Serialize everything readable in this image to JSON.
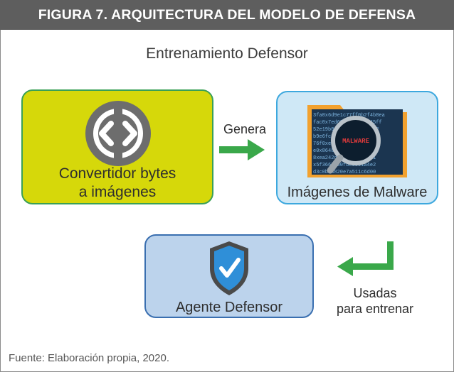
{
  "figure": {
    "title": "FIGURA 7. ARQUITECTURA DEL MODELO DE DEFENSA",
    "subtitle": "Entrenamiento Defensor",
    "source": "Fuente: Elaboración propia, 2020."
  },
  "nodes": {
    "converter": {
      "line1": "Convertidor bytes",
      "line2": "a imágenes",
      "icon": "code-brackets-icon"
    },
    "malware": {
      "label": "Imágenes de Malware",
      "icon": "malware-folder-icon",
      "magnifier_text": "MALWARE"
    },
    "agent": {
      "label": "Agente Defensor",
      "icon": "shield-check-icon"
    }
  },
  "edges": {
    "genera": "Genera",
    "usadas_line1": "Usadas",
    "usadas_line2": "para entrenar"
  },
  "colors": {
    "header": "#5e5e5e",
    "converter_fill": "#d6d80a",
    "malware_fill": "#cfe8f6",
    "agent_fill": "#bcd3ec",
    "arrow": "#3aa84a"
  }
}
